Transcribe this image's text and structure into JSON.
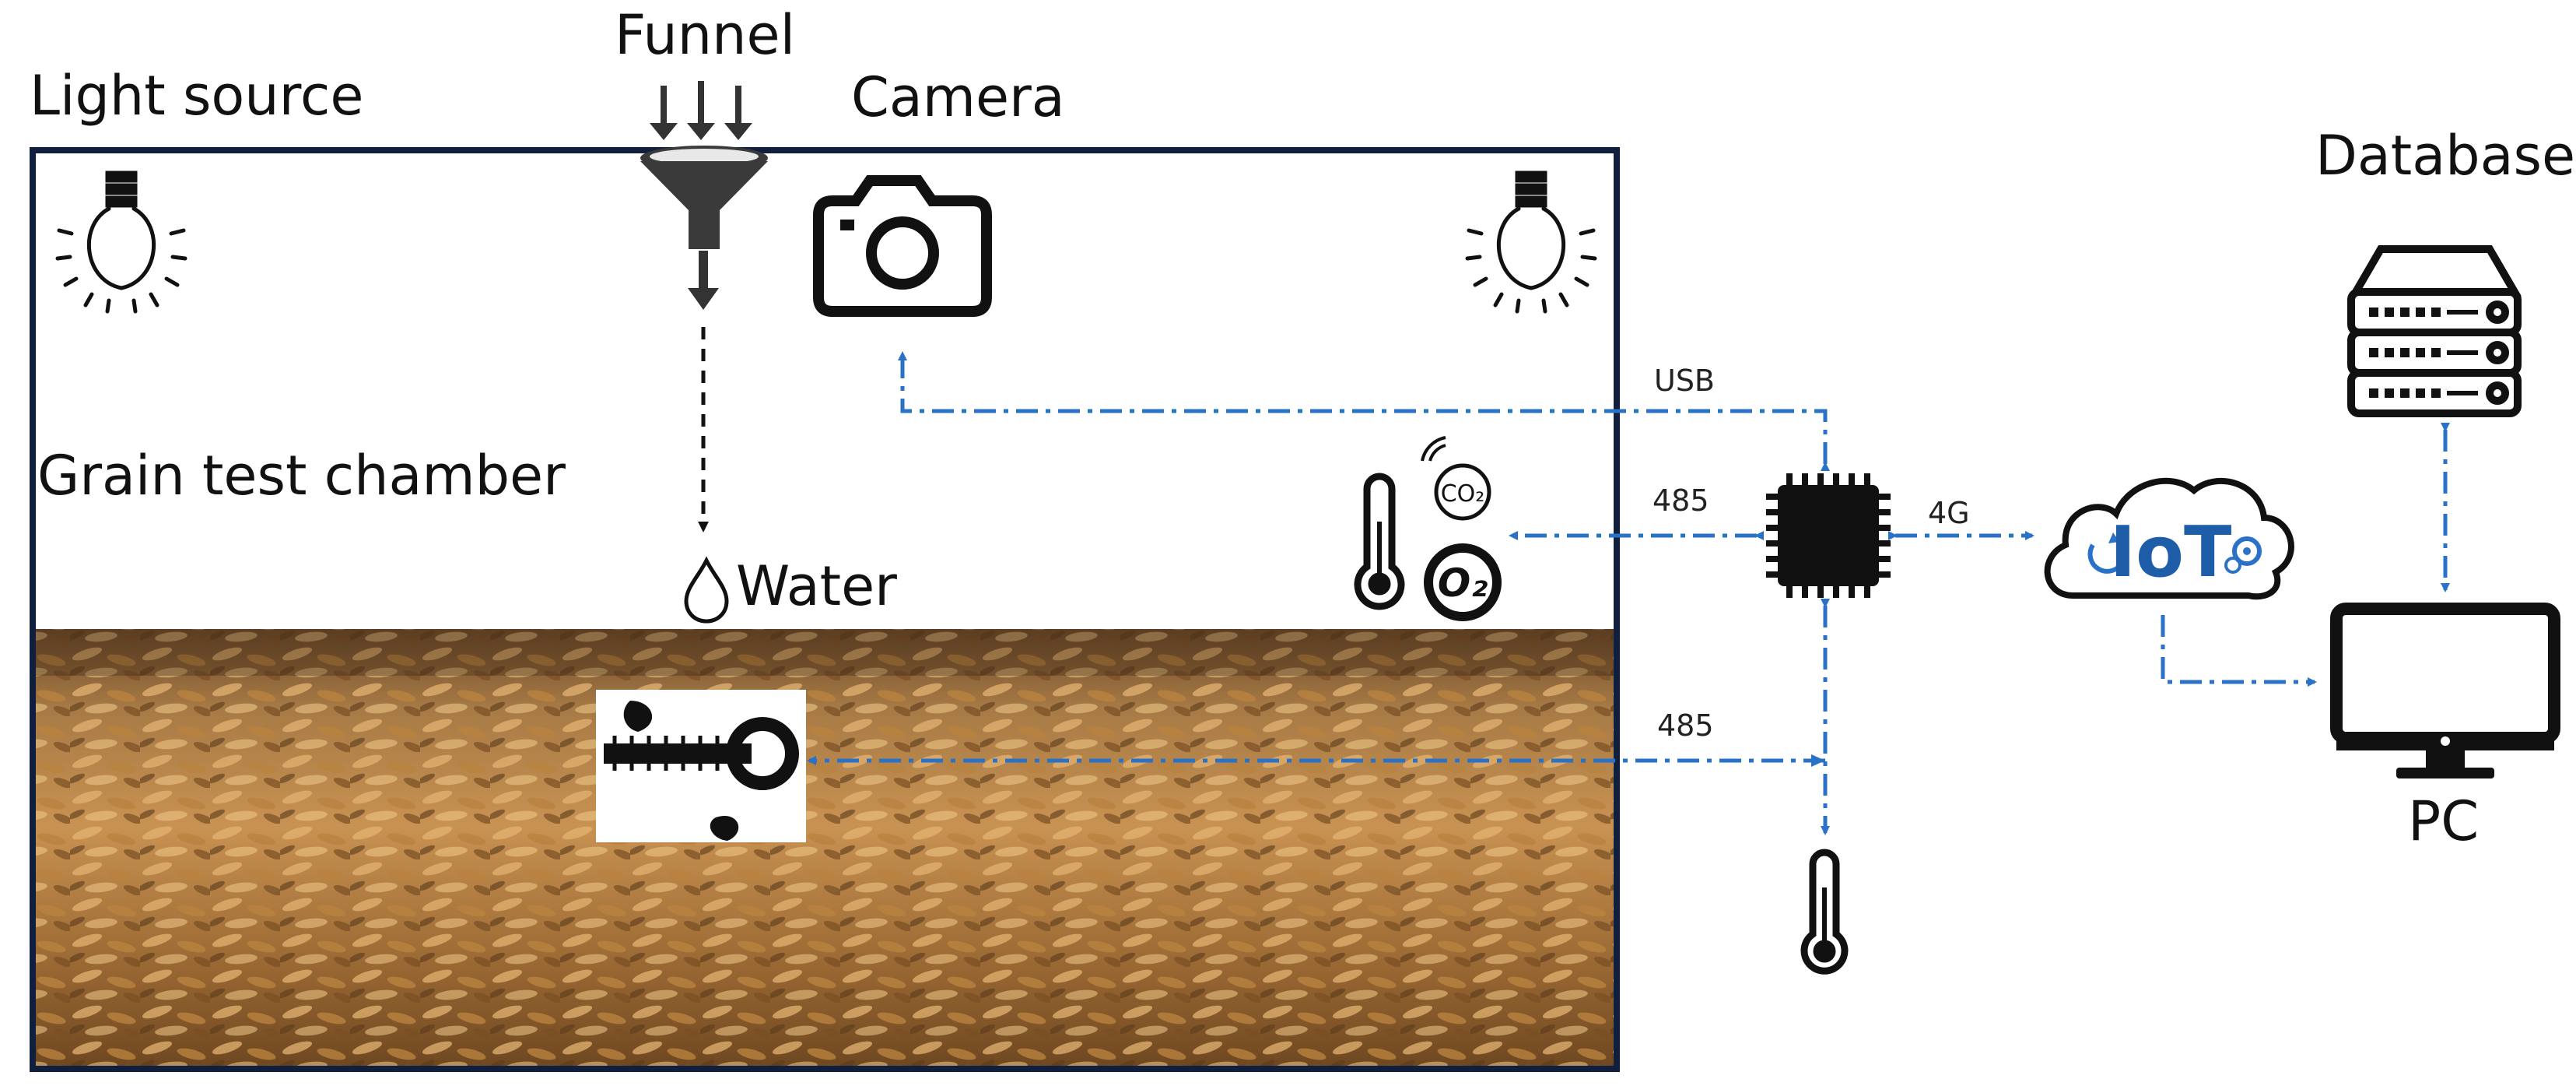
{
  "labels": {
    "funnel": "Funnel",
    "light_source": "Light source",
    "camera": "Camera",
    "database": "Database",
    "grain_test_chamber": "Grain test chamber",
    "water": "Water",
    "pc": "PC"
  },
  "connections": {
    "usb": "USB",
    "rs485_sensors": "485",
    "rs485_probe": "485",
    "cellular": "4G"
  },
  "icon_text": {
    "co2": "CO₂",
    "o2": "O₂",
    "iot": "IoT"
  },
  "colors": {
    "frame": "#0f1f3d",
    "connector": "#2a72c8",
    "icon": "#111111",
    "grain_light": "#d9a864",
    "grain_dark": "#5a3a1c"
  }
}
